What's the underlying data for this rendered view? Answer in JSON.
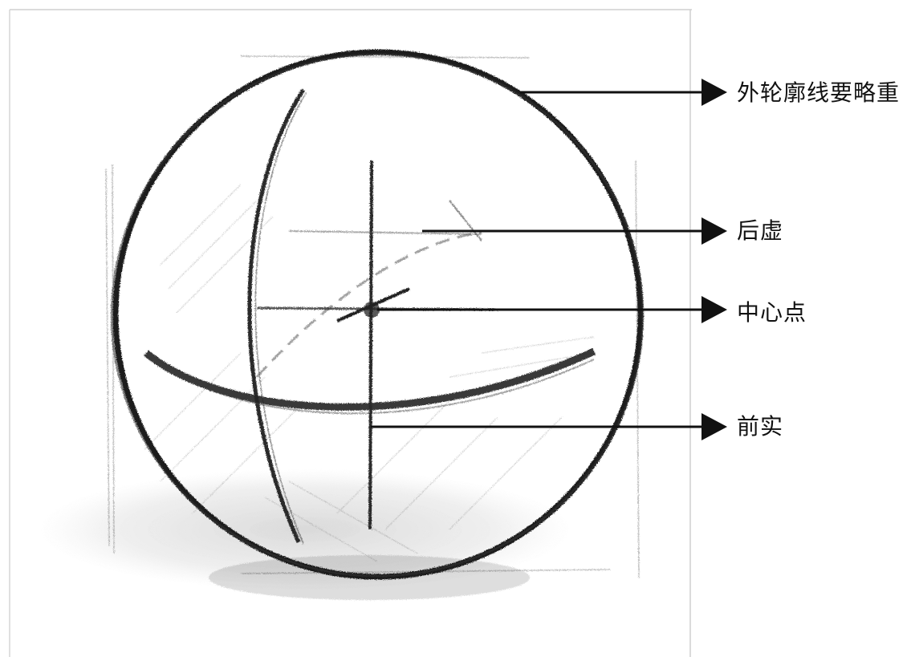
{
  "annotations": [
    {
      "text": "外轮廓线要略重"
    },
    {
      "text": "后虚"
    },
    {
      "text": "中心点"
    },
    {
      "text": "前实"
    }
  ],
  "colors": {
    "ink": "#111111",
    "pencil": "#2a2a2a",
    "frame": "#cfcfcf",
    "background": "#ffffff"
  }
}
